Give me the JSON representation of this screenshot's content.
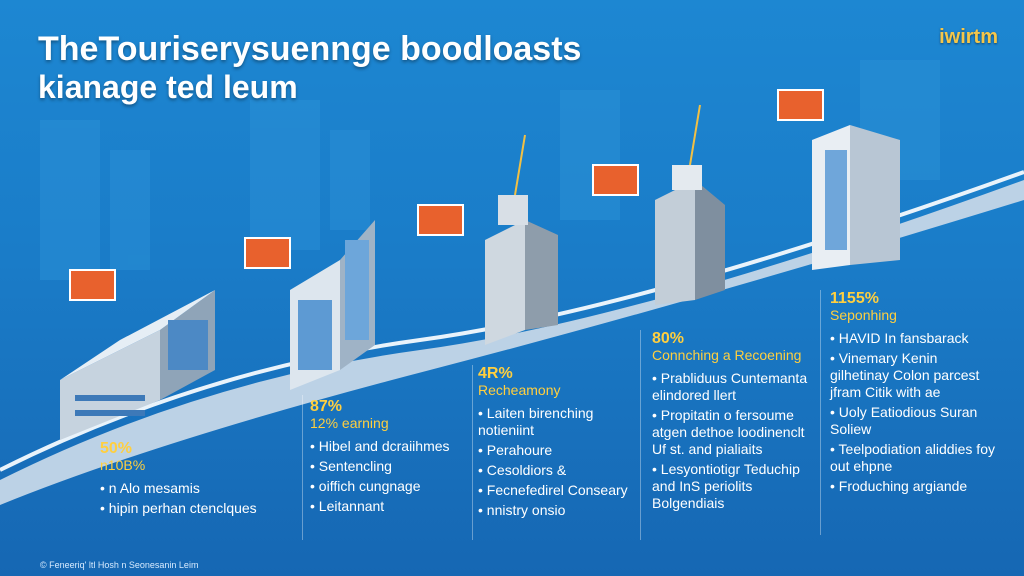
{
  "title": {
    "line1": "TheTouriserysuennge boodloasts",
    "line2": "kianage ted leum"
  },
  "logo": "iwirtm",
  "stages": [
    {
      "pct": "50%",
      "sub": "n10B%",
      "items": [
        "n Alo mesamis",
        "hipin perhan ctenclques"
      ]
    },
    {
      "pct": "87%",
      "sub": "12% earning",
      "items": [
        "Hibel and dcraiihmes",
        "Sentencling",
        "oiffich cungnage",
        "Leitannant"
      ]
    },
    {
      "pct": "4R%",
      "sub": "Recheamony",
      "items": [
        "Laiten birenching notieniint",
        "Perahoure",
        "Cesoldiors &",
        "Fecnefedirel Conseary",
        "nnistry onsio"
      ]
    },
    {
      "pct": "80%",
      "sub": "Connching a Recoening",
      "items": [
        "Prabliduus Cuntemanta elindored llert",
        "Propitatin o fersoume atgen dethoe loodinenclt Uf st. and pialiaits",
        "Lesyontiotigr Teduchip and InS periolits Bolgendiais"
      ]
    },
    {
      "pct": "1155%",
      "sub": "Seponhing",
      "items": [
        "HAVID In fansbarack",
        "Vinemary Kenin gilhetinay Colon parcest jfram Citik with ae",
        "Uoly Eatiodious Suran Soliew",
        "Teelpodiation aliddies foy out ehpne",
        "Froduching argiande"
      ]
    }
  ],
  "footer": "© Feneeriq' ltl Hosh n Seonesanin Leim"
}
